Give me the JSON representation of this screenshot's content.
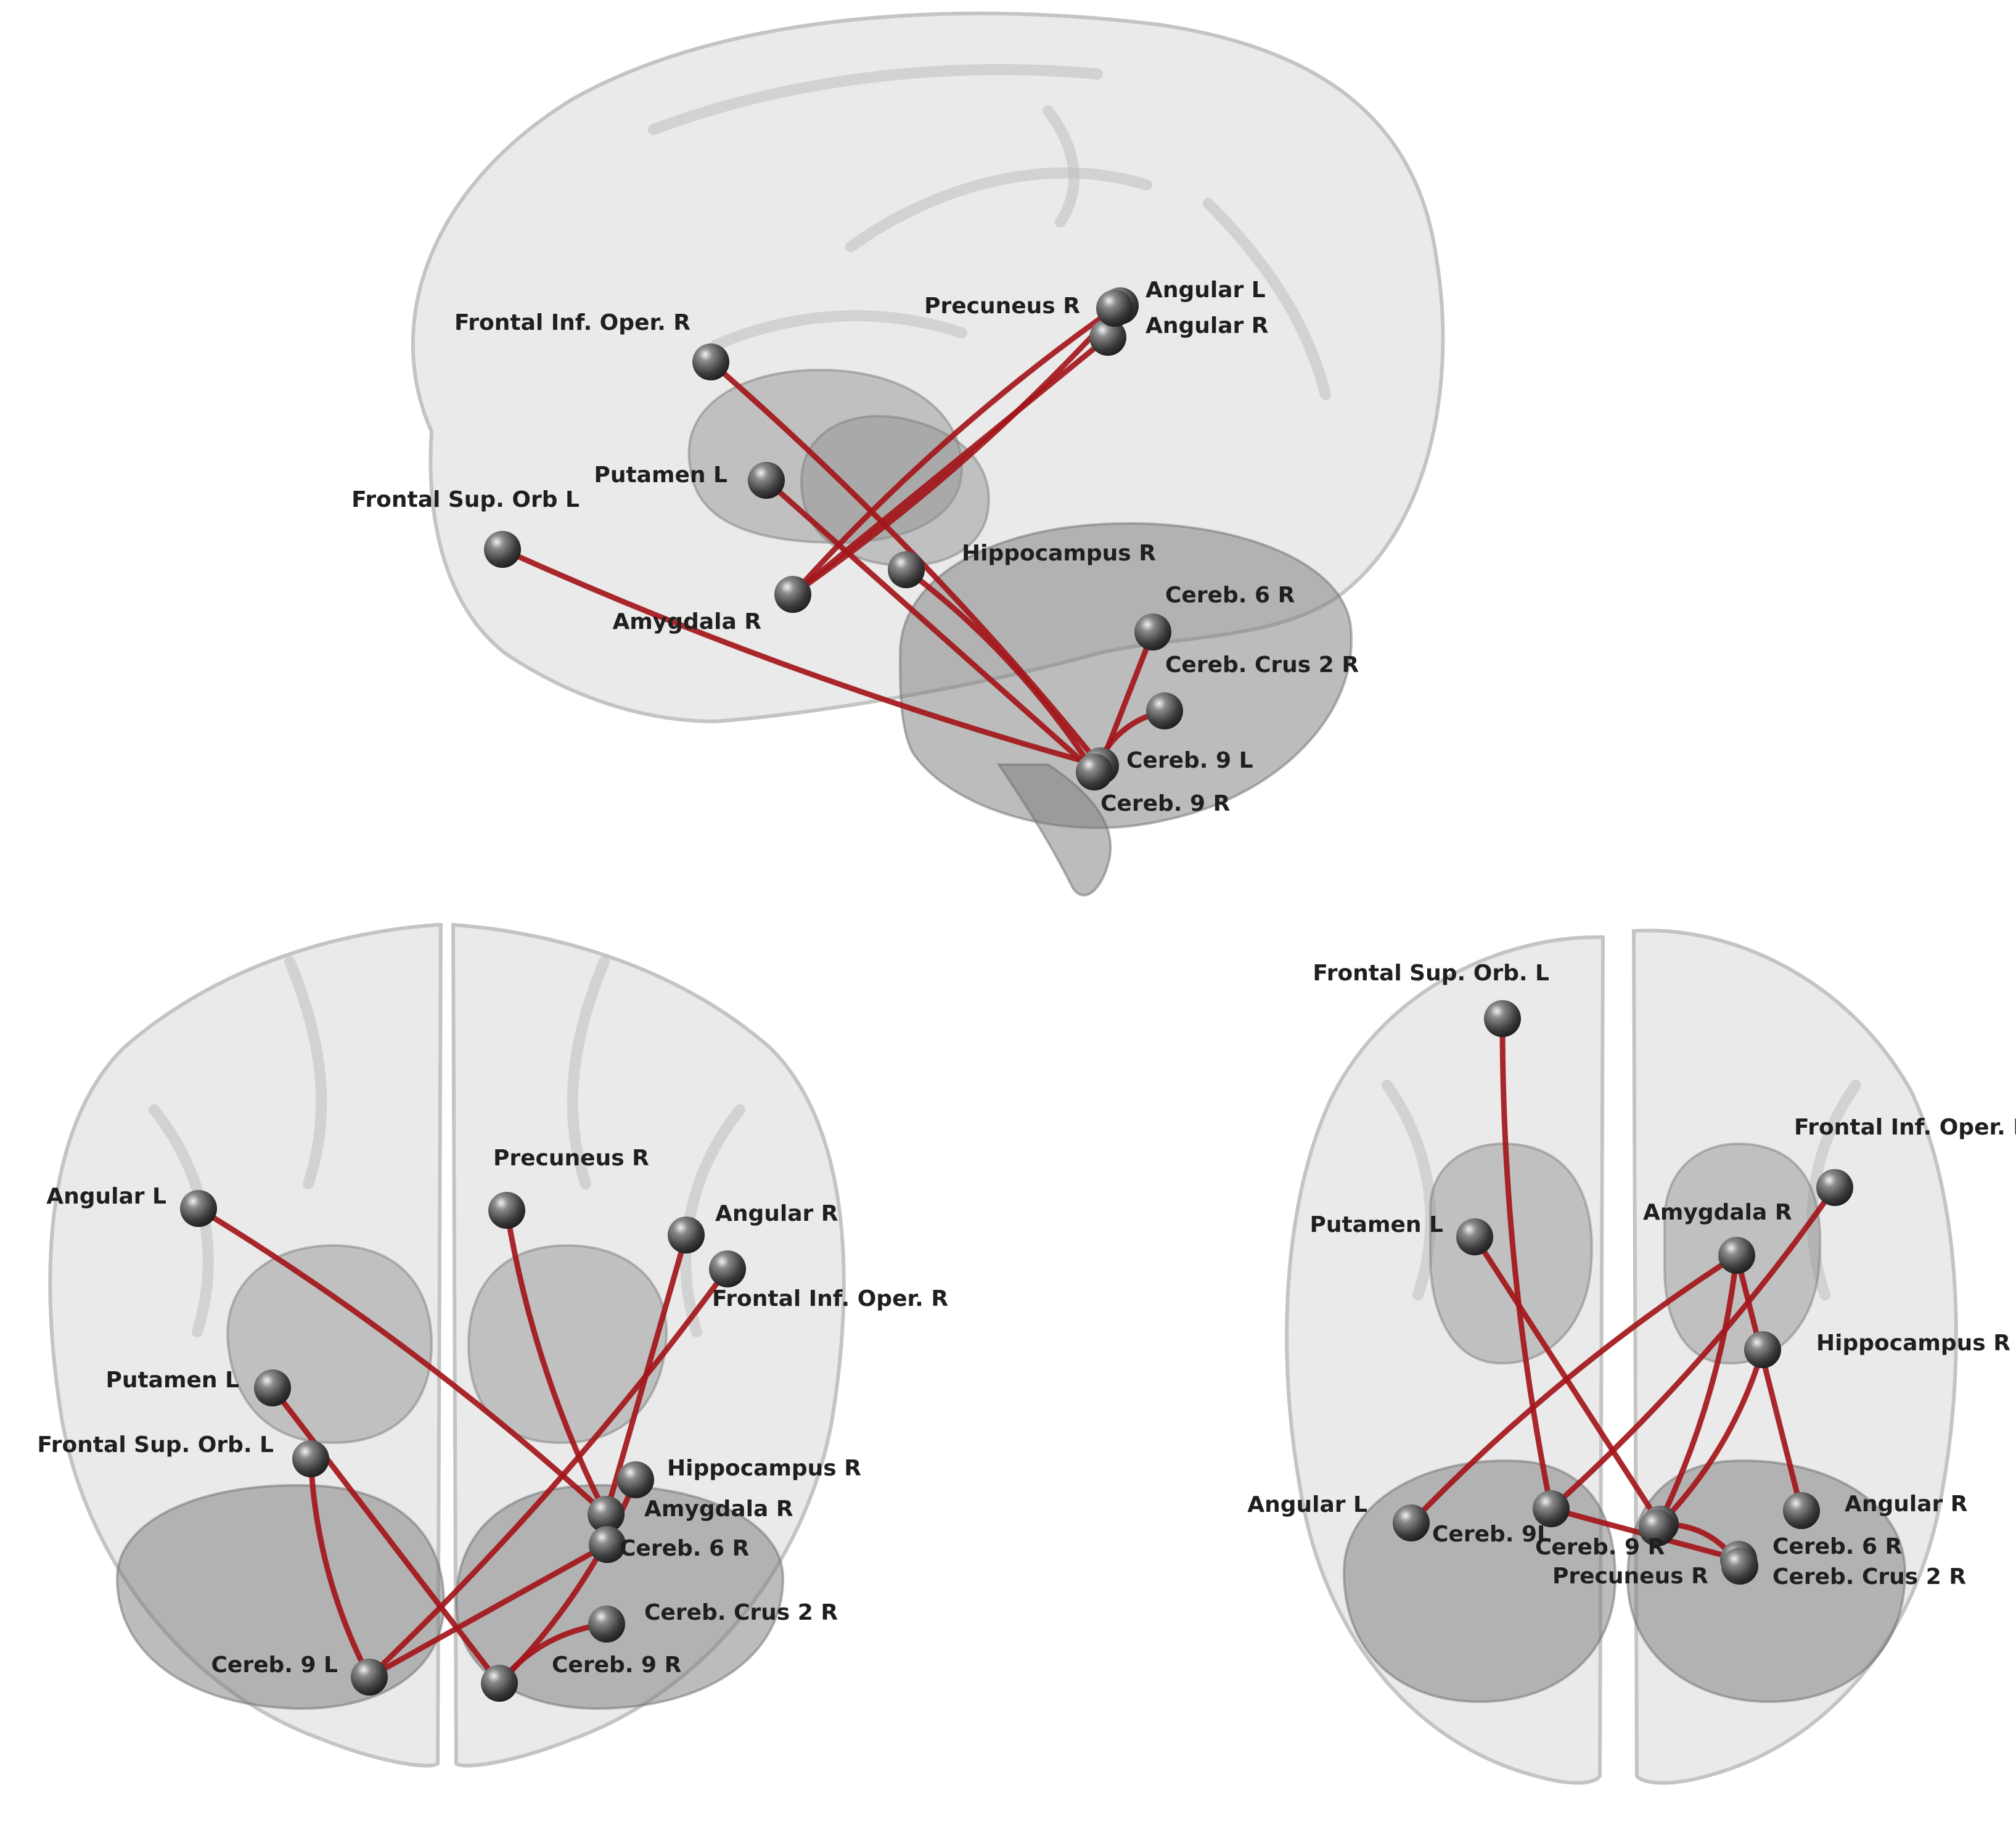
{
  "views": [
    {
      "id": "sagittal",
      "nodes": [
        {
          "id": "angular_l",
          "label": "Angular L"
        },
        {
          "id": "angular_r",
          "label": "Angular R"
        },
        {
          "id": "precuneus_r",
          "label": "Precuneus R"
        },
        {
          "id": "frontal_inf_oper_r",
          "label": "Frontal Inf. Oper. R"
        },
        {
          "id": "putamen_l",
          "label": "Putamen L"
        },
        {
          "id": "frontal_sup_orb_l",
          "label": "Frontal Sup. Orb L"
        },
        {
          "id": "hippocampus_r",
          "label": "Hippocampus R"
        },
        {
          "id": "amygdala_r",
          "label": "Amygdala R"
        },
        {
          "id": "cereb_6_r",
          "label": "Cereb. 6 R"
        },
        {
          "id": "cereb_crus_2_r",
          "label": "Cereb. Crus 2 R"
        },
        {
          "id": "cereb_9_l",
          "label": "Cereb. 9 L"
        },
        {
          "id": "cereb_9_r",
          "label": "Cereb. 9 R"
        }
      ]
    },
    {
      "id": "axial_superior",
      "nodes": [
        {
          "id": "angular_l",
          "label": "Angular L"
        },
        {
          "id": "precuneus_r",
          "label": "Precuneus R"
        },
        {
          "id": "angular_r",
          "label": "Angular R"
        },
        {
          "id": "frontal_inf_oper_r",
          "label": "Frontal Inf. Oper.  R"
        },
        {
          "id": "putamen_l",
          "label": "Putamen  L"
        },
        {
          "id": "frontal_sup_orb_l",
          "label": "Frontal Sup. Orb. L"
        },
        {
          "id": "hippocampus_r",
          "label": "Hippocampus  R"
        },
        {
          "id": "amygdala_r",
          "label": "Amygdala  R"
        },
        {
          "id": "cereb_6_r",
          "label": "Cereb. 6 R"
        },
        {
          "id": "cereb_crus_2_r",
          "label": "Cereb. Crus 2 R"
        },
        {
          "id": "cereb_9_l",
          "label": "Cereb. 9 L"
        },
        {
          "id": "cereb_9_r",
          "label": "Cereb. 9 R"
        }
      ]
    },
    {
      "id": "axial_inferior",
      "nodes": [
        {
          "id": "frontal_sup_orb_l",
          "label": "Frontal Sup. Orb. L"
        },
        {
          "id": "frontal_inf_oper_r",
          "label": "Frontal Inf. Oper. R"
        },
        {
          "id": "putamen_l",
          "label": "Putamen L"
        },
        {
          "id": "amygdala_r",
          "label": "Amygdala R"
        },
        {
          "id": "hippocampus_r",
          "label": "Hippocampus R"
        },
        {
          "id": "angular_l",
          "label": "Angular L"
        },
        {
          "id": "cereb_9_l",
          "label": "Cereb. 9L"
        },
        {
          "id": "cereb_9_r",
          "label": "Cereb. 9 R"
        },
        {
          "id": "precuneus_r",
          "label": "Precuneus R"
        },
        {
          "id": "angular_r",
          "label": "Angular R"
        },
        {
          "id": "cereb_6_r",
          "label": "Cereb. 6 R"
        },
        {
          "id": "cereb_crus_2_r",
          "label": "Cereb. Crus 2 R"
        }
      ]
    }
  ],
  "edges": [
    [
      "angular_l",
      "amygdala_r"
    ],
    [
      "angular_r",
      "amygdala_r"
    ],
    [
      "precuneus_r",
      "amygdala_r"
    ],
    [
      "frontal_inf_oper_r",
      "cereb_9_l"
    ],
    [
      "putamen_l",
      "cereb_9_r"
    ],
    [
      "frontal_sup_orb_l",
      "cereb_9_l"
    ],
    [
      "hippocampus_r",
      "cereb_9_r"
    ],
    [
      "cereb_6_r",
      "cereb_9_l"
    ],
    [
      "cereb_crus_2_r",
      "cereb_9_r"
    ]
  ],
  "colors": {
    "edge": "#a3161a",
    "node": "#4a4a4a",
    "brain": "#d9d9d9"
  }
}
